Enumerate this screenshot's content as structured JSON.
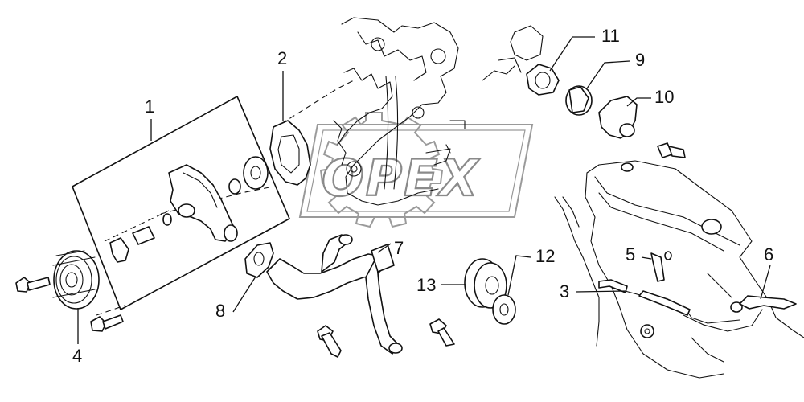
{
  "watermark": {
    "text": "OPEX"
  },
  "callouts": [
    {
      "id": "1",
      "label": "1"
    },
    {
      "id": "2",
      "label": "2"
    },
    {
      "id": "3",
      "label": "3"
    },
    {
      "id": "4",
      "label": "4"
    },
    {
      "id": "5",
      "label": "5"
    },
    {
      "id": "6",
      "label": "6"
    },
    {
      "id": "7",
      "label": "7"
    },
    {
      "id": "8",
      "label": "8"
    },
    {
      "id": "9",
      "label": "9"
    },
    {
      "id": "10",
      "label": "10"
    },
    {
      "id": "11",
      "label": "11"
    },
    {
      "id": "12",
      "label": "12"
    },
    {
      "id": "13",
      "label": "13"
    }
  ]
}
